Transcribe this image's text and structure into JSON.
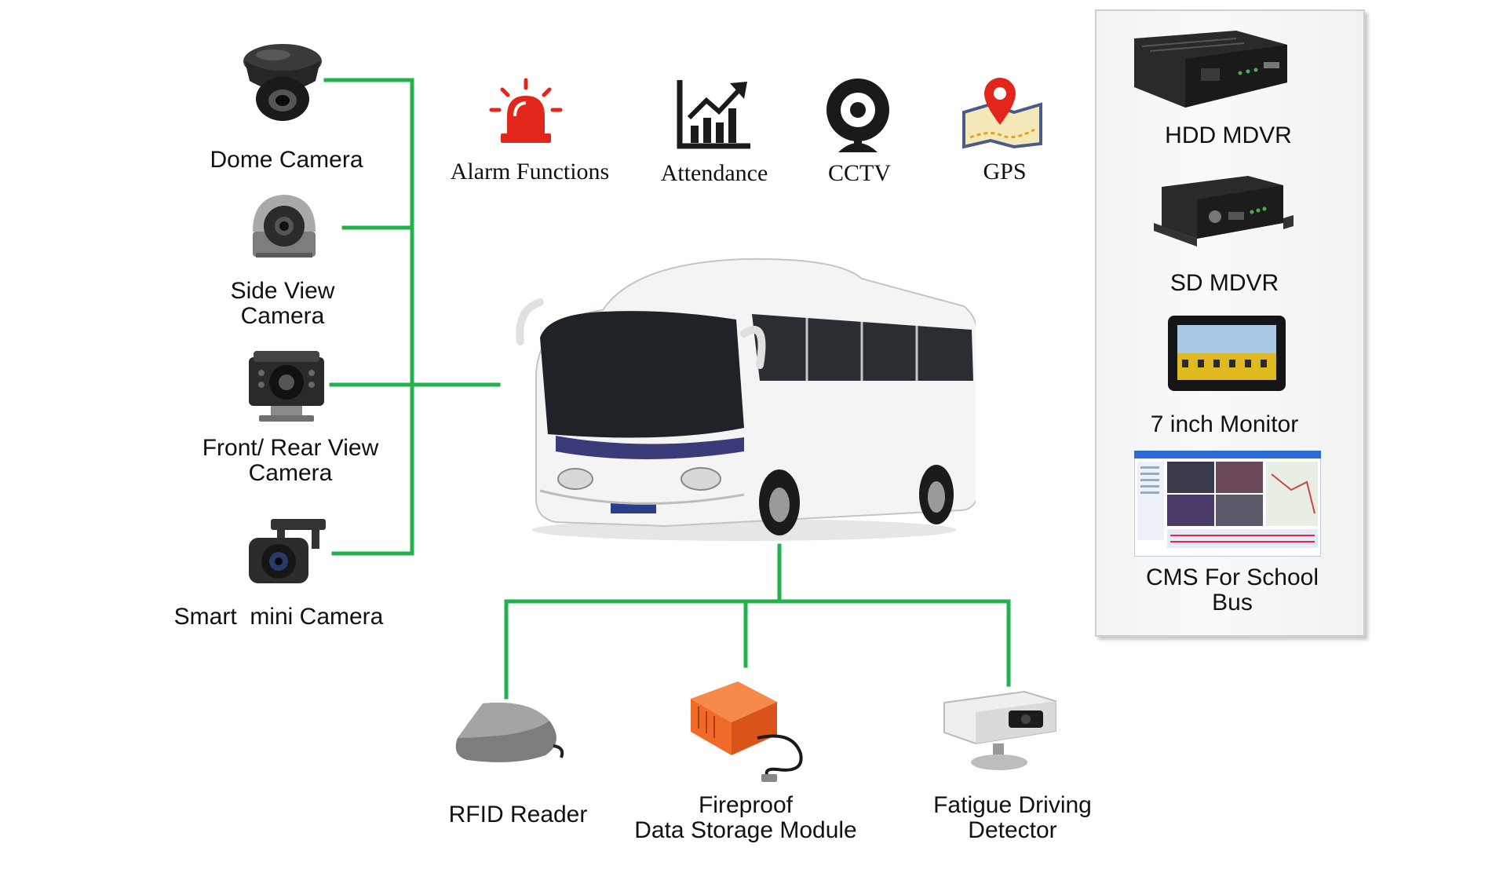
{
  "features": [
    {
      "label": "Alarm Functions",
      "icon": "alarm-icon"
    },
    {
      "label": "Attendance",
      "icon": "attendance-chart-icon"
    },
    {
      "label": "CCTV",
      "icon": "webcam-icon"
    },
    {
      "label": "GPS",
      "icon": "map-pin-icon"
    }
  ],
  "cameras": [
    {
      "label": "Dome Camera",
      "icon": "dome-camera-icon"
    },
    {
      "label": "Side View\nCamera",
      "icon": "side-view-camera-icon"
    },
    {
      "label": "Front/ Rear View\nCamera",
      "icon": "front-rear-camera-icon"
    },
    {
      "label": "Smart  mini Camera",
      "icon": "mini-camera-icon"
    }
  ],
  "devices_bottom": [
    {
      "label": "RFID Reader",
      "icon": "rfid-reader-icon"
    },
    {
      "label": "Fireproof\nData Storage Module",
      "icon": "fireproof-module-icon"
    },
    {
      "label": "Fatigue Driving\nDetector",
      "icon": "fatigue-detector-icon"
    }
  ],
  "panel_items": [
    {
      "label": "HDD MDVR",
      "icon": "hdd-mdvr-icon"
    },
    {
      "label": "SD MDVR",
      "icon": "sd-mdvr-icon"
    },
    {
      "label": "7 inch Monitor",
      "icon": "monitor-icon"
    },
    {
      "label": "CMS For School\nBus",
      "icon": "cms-software-icon"
    }
  ],
  "center": {
    "icon": "bus-icon"
  },
  "colors": {
    "connector": "#22b14c",
    "alarm": "#e3261b",
    "gps_pin": "#e3261b",
    "fireproof": "#f06a2a",
    "panel_bg": "#f4f4f4"
  }
}
